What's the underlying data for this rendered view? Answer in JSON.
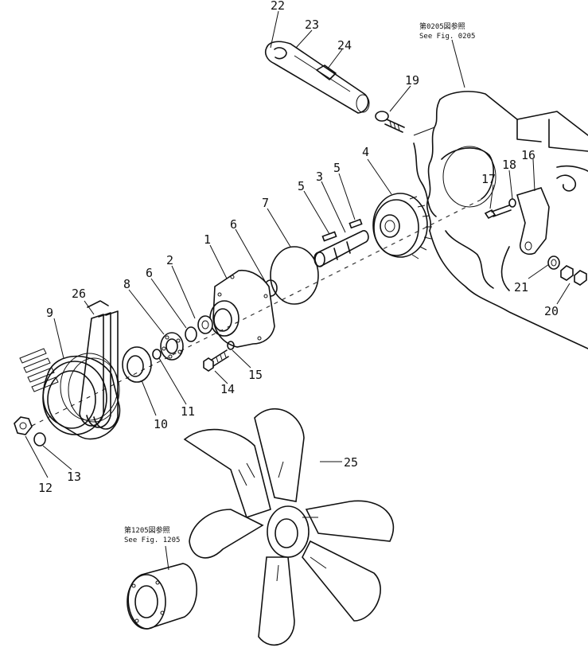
{
  "references": {
    "top": {
      "line1": "第0205図参照",
      "line2": "See Fig. 0205"
    },
    "bottom": {
      "line1": "第1205図参照",
      "line2": "See Fig. 1205"
    }
  },
  "callouts": {
    "c1": "1",
    "c2": "2",
    "c3": "3",
    "c4": "4",
    "c5a": "5",
    "c5b": "5",
    "c6a": "6",
    "c6b": "6",
    "c7": "7",
    "c8": "8",
    "c9": "9",
    "c10": "10",
    "c11": "11",
    "c12": "12",
    "c13": "13",
    "c14": "14",
    "c15": "15",
    "c16": "16",
    "c17": "17",
    "c18": "18",
    "c19": "19",
    "c20": "20",
    "c21": "21",
    "c22": "22",
    "c23": "23",
    "c24": "24",
    "c25": "25",
    "c26": "26"
  }
}
